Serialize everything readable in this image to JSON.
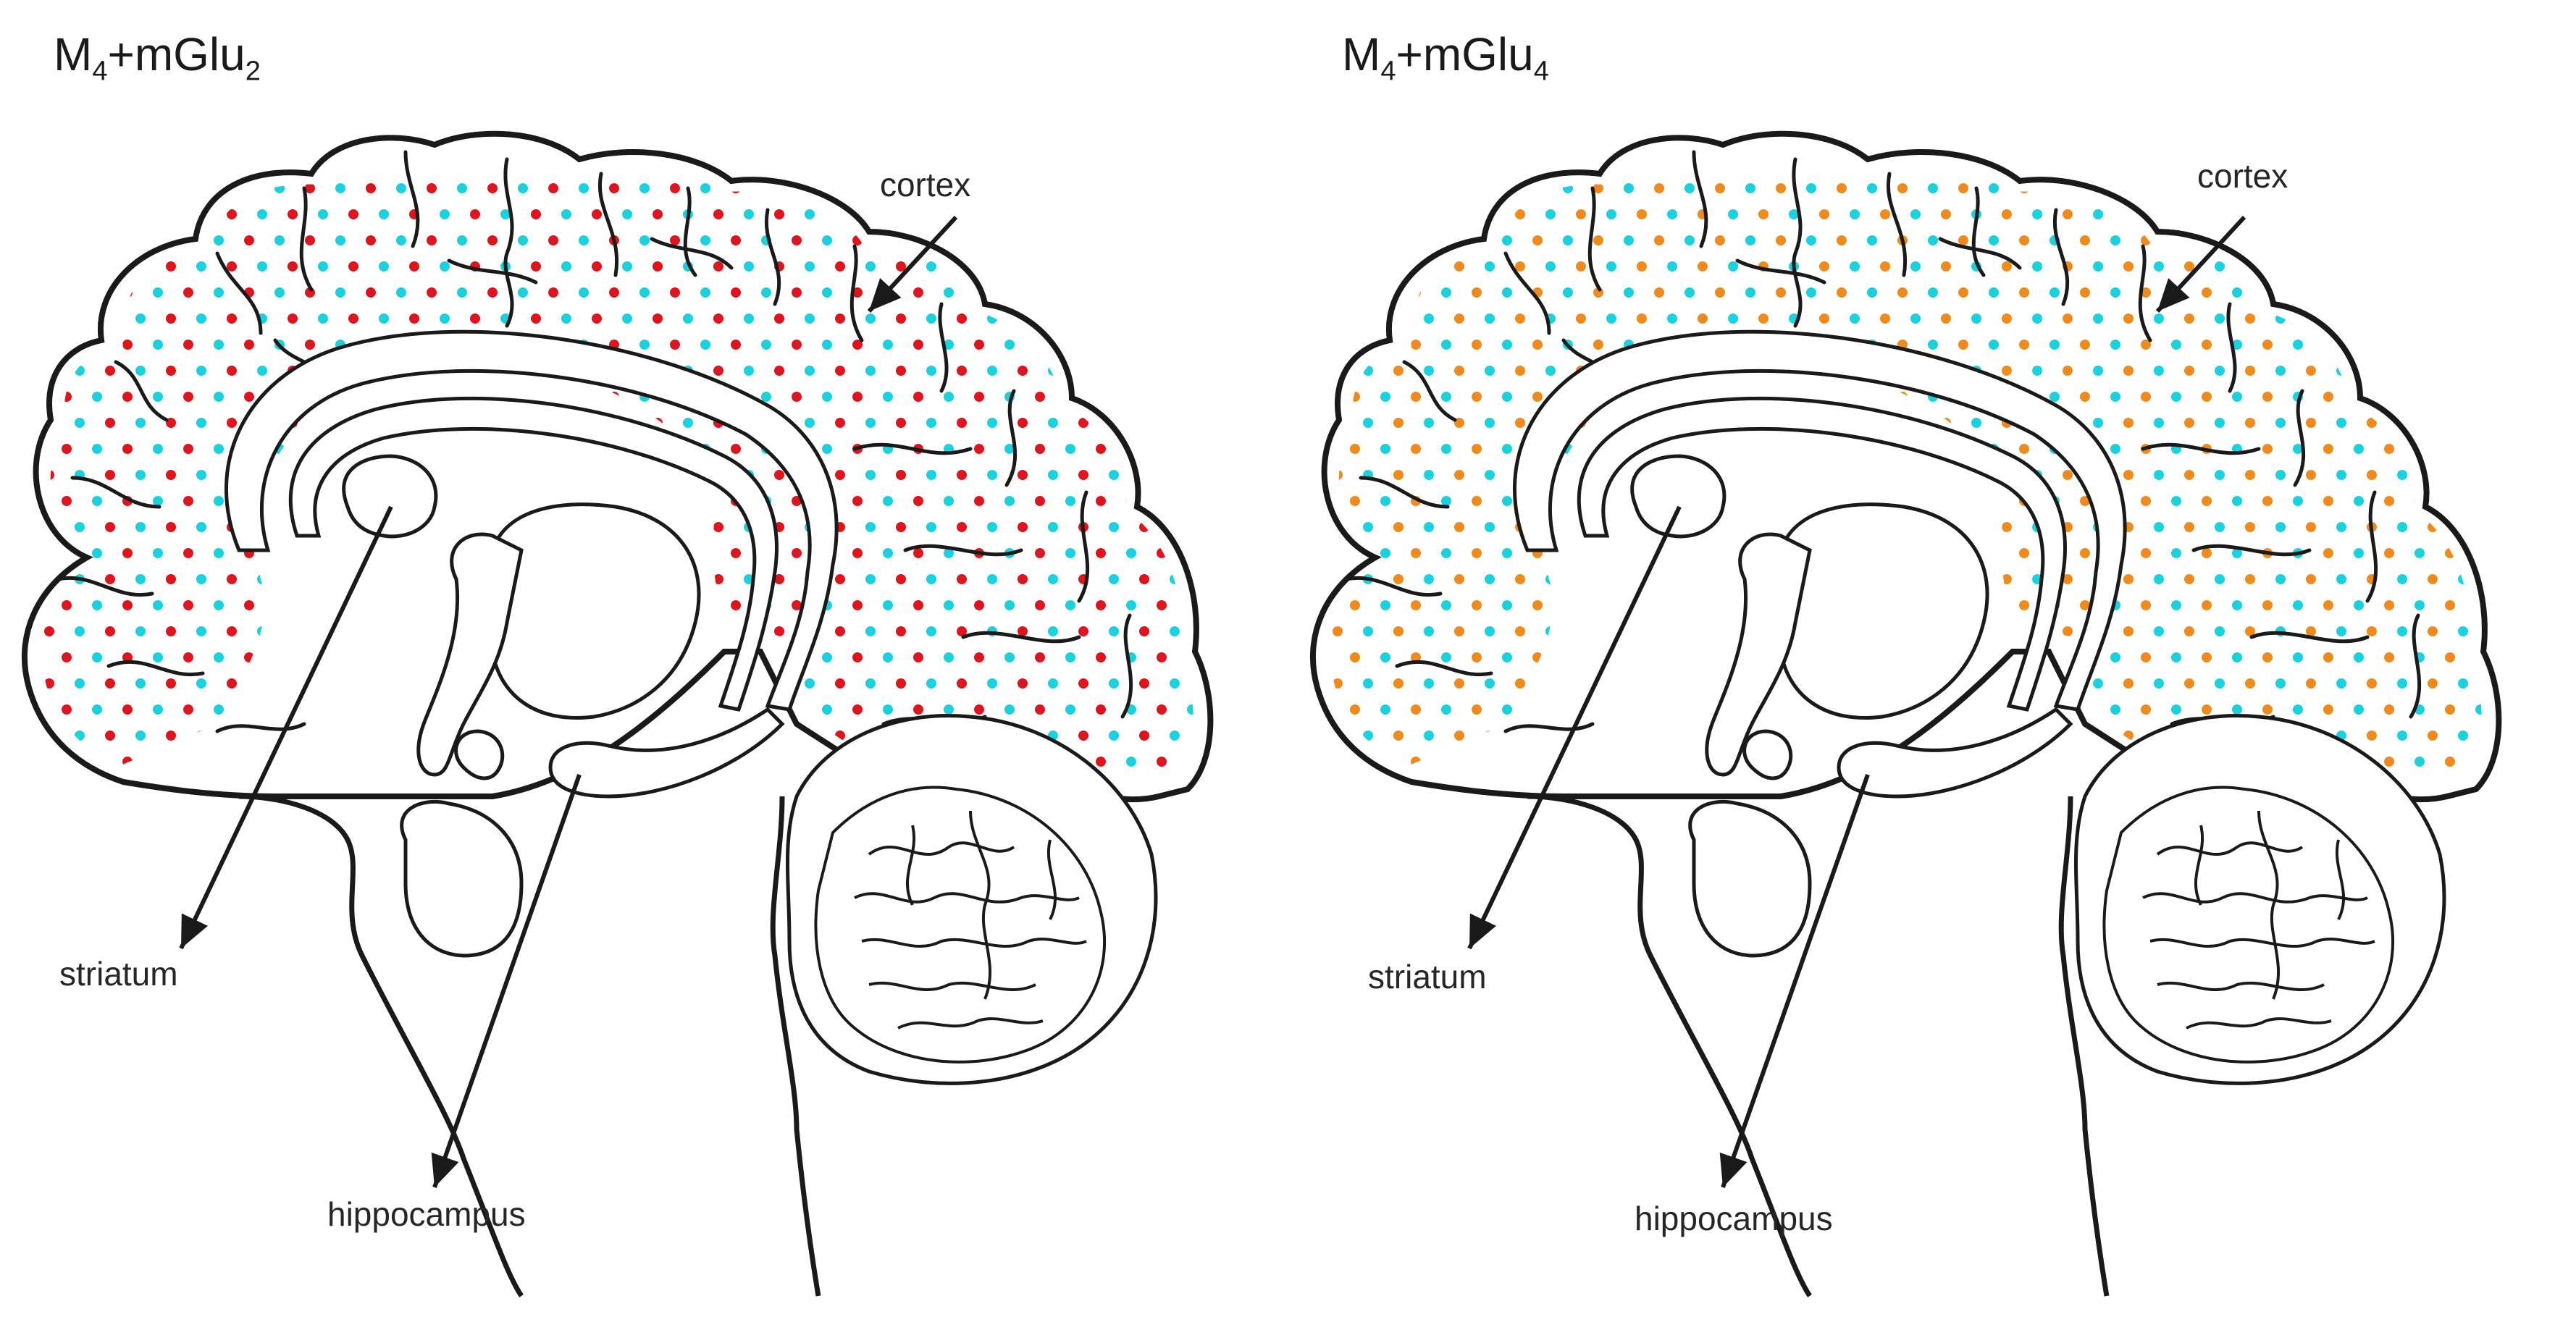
{
  "colors": {
    "cyan": "#1ad1df",
    "red": "#e0141c",
    "orange": "#f08a1c",
    "outline": "#1a1a1a"
  },
  "panels": [
    {
      "title": {
        "base": "M",
        "sub1": "4",
        "mid": "+mGlu",
        "sub2": "2"
      },
      "labels": {
        "cortex": "cortex",
        "striatum": "striatum",
        "hippocampus": "hippocampus"
      },
      "dot_colors": [
        "cyan",
        "red"
      ]
    },
    {
      "title": {
        "base": "M",
        "sub1": "4",
        "mid": "+mGlu",
        "sub2": "4"
      },
      "labels": {
        "cortex": "cortex",
        "striatum": "striatum",
        "hippocampus": "hippocampus"
      },
      "dot_colors": [
        "cyan",
        "orange"
      ]
    }
  ]
}
